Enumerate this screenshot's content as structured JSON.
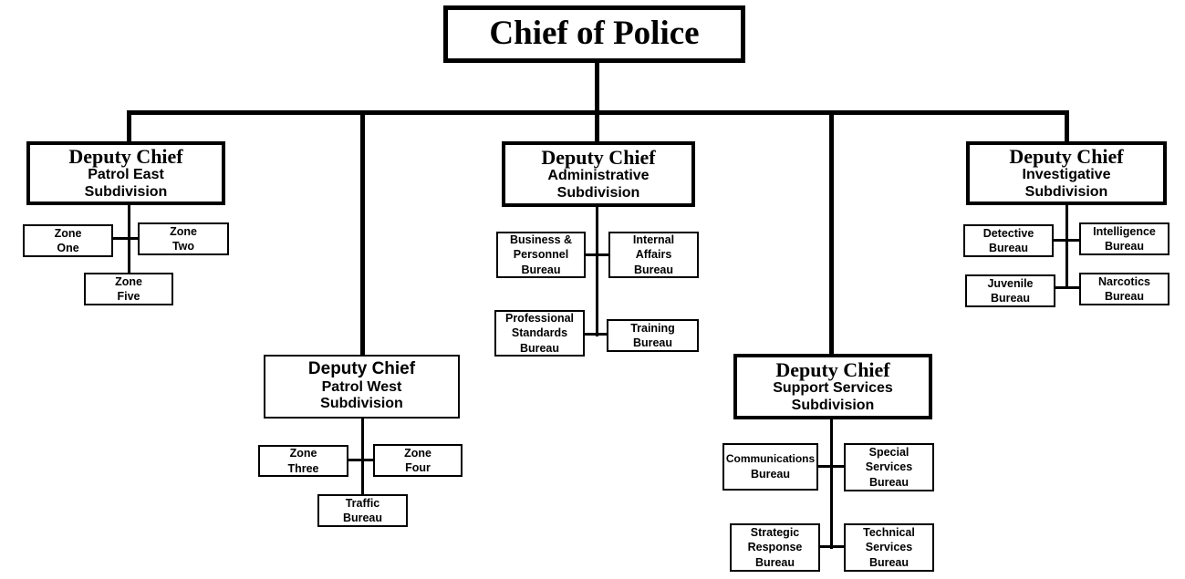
{
  "chief": {
    "title": "Chief of Police"
  },
  "deputies": {
    "patrol_east": {
      "title": "Deputy Chief",
      "line1": "Patrol East",
      "line2": "Subdivision"
    },
    "administrative": {
      "title": "Deputy Chief",
      "line1": "Administrative",
      "line2": "Subdivision"
    },
    "investigative": {
      "title": "Deputy Chief",
      "line1": "Investigative",
      "line2": "Subdivision"
    },
    "patrol_west": {
      "title": "Deputy Chief",
      "line1": "Patrol West",
      "line2": "Subdivision"
    },
    "support_services": {
      "title": "Deputy Chief",
      "line1": "Support Services",
      "line2": "Subdivision"
    }
  },
  "units": {
    "zone_one": [
      "Zone",
      "One"
    ],
    "zone_two": [
      "Zone",
      "Two"
    ],
    "zone_five": [
      "Zone",
      "Five"
    ],
    "business_personnel": [
      "Business &",
      "Personnel",
      "Bureau"
    ],
    "internal_affairs": [
      "Internal",
      "Affairs",
      "Bureau"
    ],
    "professional_standards": [
      "Professional",
      "Standards",
      "Bureau"
    ],
    "training": [
      "Training",
      "Bureau"
    ],
    "detective": [
      "Detective",
      "Bureau"
    ],
    "intelligence": [
      "Intelligence",
      "Bureau"
    ],
    "juvenile": [
      "Juvenile",
      "Bureau"
    ],
    "narcotics": [
      "Narcotics",
      "Bureau"
    ],
    "zone_three": [
      "Zone",
      "Three"
    ],
    "zone_four": [
      "Zone",
      "Four"
    ],
    "traffic": [
      "Traffic",
      "Bureau"
    ],
    "communications": [
      "Communications",
      "Bureau"
    ],
    "special_services": [
      "Special",
      "Services",
      "Bureau"
    ],
    "strategic_response": [
      "Strategic",
      "Response",
      "Bureau"
    ],
    "technical_services": [
      "Technical",
      "Services",
      "Bureau"
    ]
  }
}
